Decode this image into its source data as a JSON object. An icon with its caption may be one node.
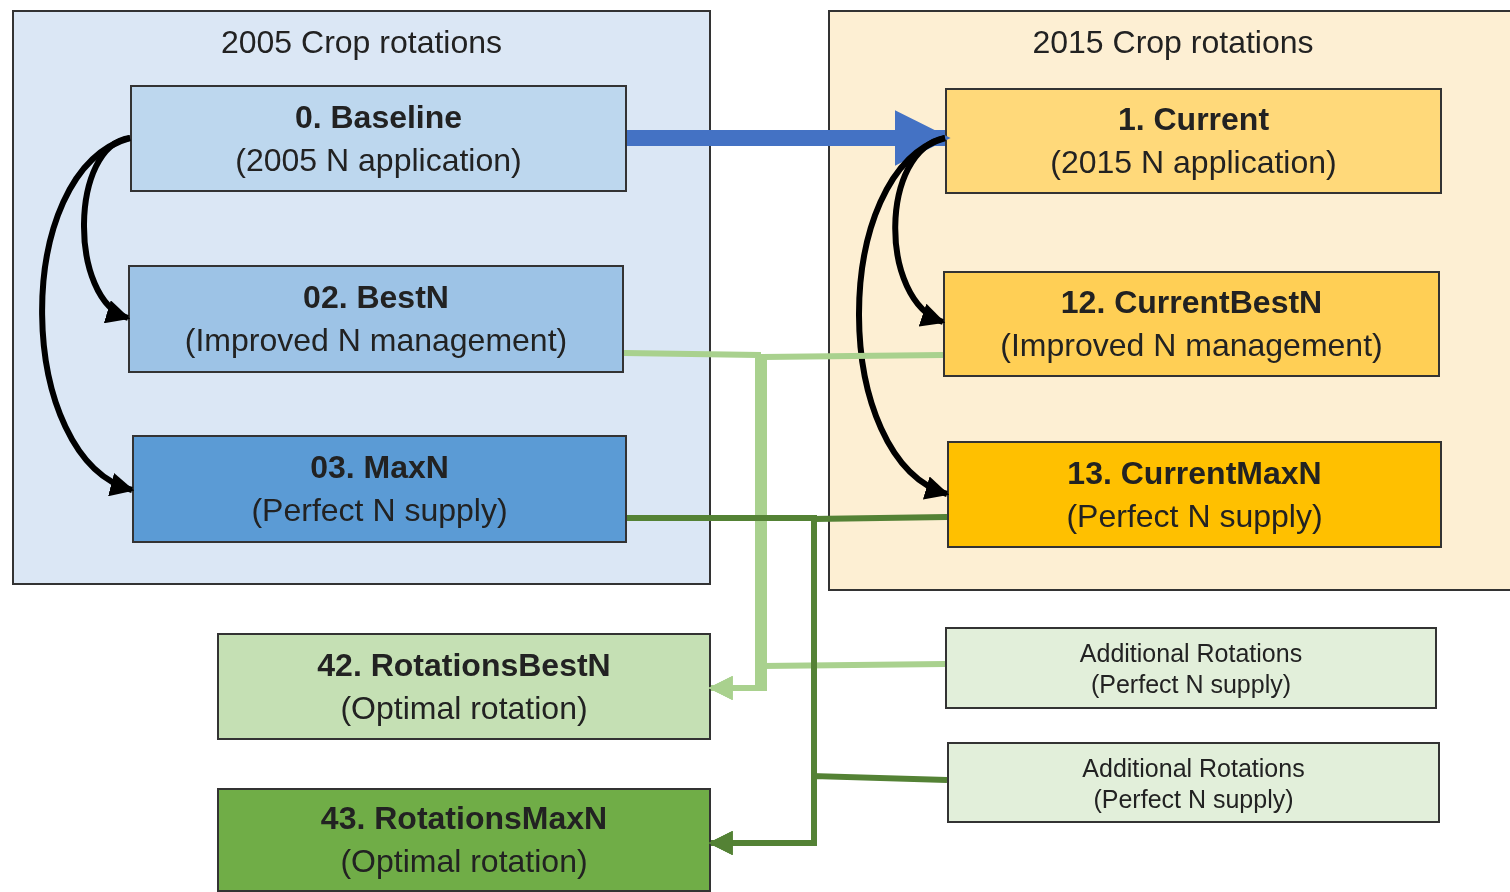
{
  "diagram": {
    "nodes": [
      {
        "text": [
          "2005 Crop rotations"
        ]
      },
      {
        "text": [
          "0. Baseline",
          "(2005 N application)"
        ],
        "in": 0
      },
      {
        "text": [
          "02. BestN",
          "(Improved N management)"
        ],
        "in": 0
      },
      {
        "text": [
          "03. MaxN",
          "(Perfect N supply)"
        ],
        "in": 0
      },
      {
        "text": [
          "2015 Crop rotations"
        ]
      },
      {
        "text": [
          "1. Current",
          "(2015 N application)"
        ],
        "in": 4
      },
      {
        "text": [
          "12. CurrentBestN",
          "(Improved N management)"
        ],
        "in": 4
      },
      {
        "text": [
          "13. CurrentMaxN",
          "(Perfect N supply)"
        ],
        "in": 4
      },
      {
        "text": [
          "42. RotationsBestN",
          "(Optimal rotation)"
        ]
      },
      {
        "text": [
          "43. RotationsMaxN",
          "(Optimal rotation)"
        ]
      },
      {
        "text": [
          "Additional Rotations",
          "(Perfect N supply)"
        ]
      },
      {
        "text": [
          "Additional Rotations",
          "(Perfect N supply)"
        ]
      }
    ],
    "edges": [
      {
        "from": 1,
        "to": 5,
        "arrow": "to",
        "style": "thick",
        "color": "#4472c4"
      },
      {
        "from": 1,
        "to": 2,
        "arrow": "to"
      },
      {
        "from": 1,
        "to": 3,
        "arrow": "to"
      },
      {
        "from": 5,
        "to": 6,
        "arrow": "to"
      },
      {
        "from": 5,
        "to": 7,
        "arrow": "to"
      },
      {
        "from": 2,
        "to": 8,
        "arrow": "to",
        "color": "#a9d18e"
      },
      {
        "from": 6,
        "to": 8,
        "arrow": "to",
        "color": "#a9d18e"
      },
      {
        "from": 10,
        "to": 8,
        "arrow": "to",
        "color": "#a9d18e"
      },
      {
        "from": 3,
        "to": 9,
        "arrow": "to",
        "color": "#548235"
      },
      {
        "from": 7,
        "to": 9,
        "arrow": "to",
        "color": "#548235"
      },
      {
        "from": 11,
        "to": 9,
        "arrow": "to",
        "color": "#548235"
      }
    ]
  }
}
